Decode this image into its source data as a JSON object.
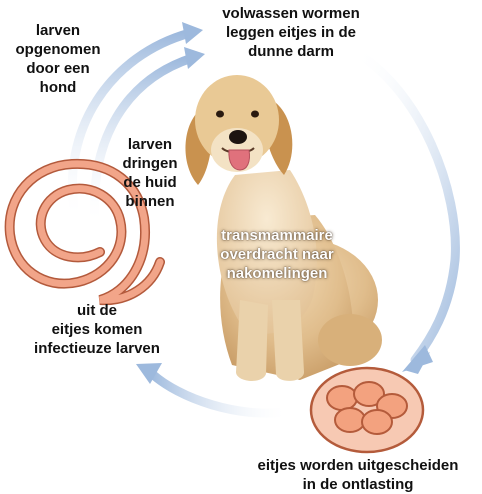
{
  "labels": {
    "adult_worms": [
      "volwassen wormen",
      "leggen eitjes in de",
      "dunne darm"
    ],
    "larvae_swallowed": [
      "larven",
      "opgenomen",
      "door een",
      "hond"
    ],
    "larvae_skin": [
      "larven",
      "dringen",
      "de huid",
      "binnen"
    ],
    "transmammary": [
      "transmammaire",
      "overdracht naar",
      "nakomelingen"
    ],
    "eggs_hatch": [
      "uit de",
      "eitjes komen",
      "infectieuze larven"
    ],
    "eggs_excreted": [
      "eitjes worden uitgescheiden",
      "in de ontlasting"
    ]
  },
  "colors": {
    "arrow": "#9db9dd",
    "worm_fill": "#f2a589",
    "worm_stroke": "#b35a3c",
    "egg_fill": "#f3a27f",
    "egg_stroke": "#b45b3b",
    "dish_fill": "#f7c9b3",
    "text": "#111111"
  }
}
